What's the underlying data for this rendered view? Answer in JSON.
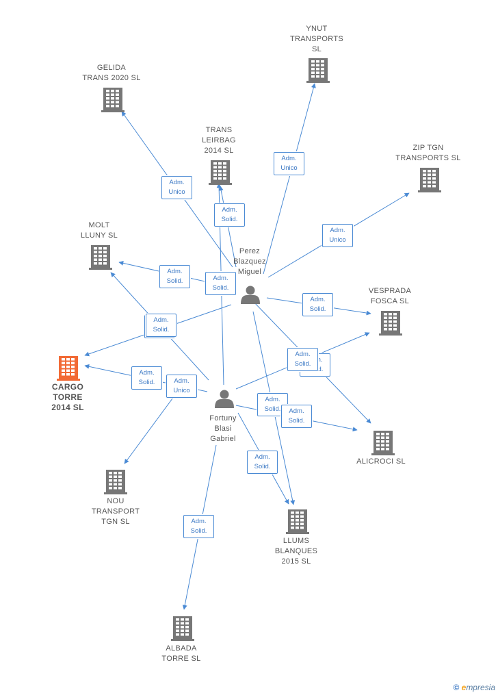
{
  "colors": {
    "edge": "#4a8ad4",
    "company": "#777777",
    "company_highlight": "#f26a35",
    "person": "#777777"
  },
  "nodes": [
    {
      "id": "ynut",
      "type": "company",
      "label": "YNUT\nTRANSPORTS\nSL"
    },
    {
      "id": "gelida",
      "type": "company",
      "label": "GELIDA\nTRANS 2020 SL"
    },
    {
      "id": "leirbag",
      "type": "company",
      "label": "TRANS\nLEIRBAG\n2014  SL"
    },
    {
      "id": "zip",
      "type": "company",
      "label": "ZIP TGN\nTRANSPORTS SL"
    },
    {
      "id": "molt",
      "type": "company",
      "label": "MOLT\nLLUNY  SL"
    },
    {
      "id": "vespra",
      "type": "company",
      "label": "VESPRADA\nFOSCA  SL"
    },
    {
      "id": "cargo",
      "type": "company",
      "highlight": true,
      "label": "CARGO\nTORRE\n2014  SL"
    },
    {
      "id": "alicroci",
      "type": "company",
      "label": "ALICROCI  SL"
    },
    {
      "id": "nou",
      "type": "company",
      "label": "NOU\nTRANSPORT\nTGN SL"
    },
    {
      "id": "llums",
      "type": "company",
      "label": "LLUMS\nBLANQUES\n2015  SL"
    },
    {
      "id": "albada",
      "type": "company",
      "label": "ALBADA\nTORRE  SL"
    },
    {
      "id": "perez",
      "type": "person",
      "label": "Perez\nBlazquez\nMiguel"
    },
    {
      "id": "fortuny",
      "type": "person",
      "label": "Fortuny\nBlasi\nGabriel"
    }
  ],
  "edges": [
    {
      "from": "perez",
      "to": "ynut",
      "label": "Adm.\nUnico"
    },
    {
      "from": "perez",
      "to": "gelida",
      "label": "Adm.\nUnico"
    },
    {
      "from": "perez",
      "to": "leirbag",
      "label": "Adm.\nSolid."
    },
    {
      "from": "perez",
      "to": "zip",
      "label": "Adm.\nUnico"
    },
    {
      "from": "perez",
      "to": "molt",
      "label": "Adm.\nSolid."
    },
    {
      "from": "perez",
      "to": "vespra",
      "label": "Adm.\nSolid."
    },
    {
      "from": "perez",
      "to": "cargo",
      "label": "Adm.\nSolid."
    },
    {
      "from": "perez",
      "to": "alicroci",
      "label": "Adm.\nSolid."
    },
    {
      "from": "perez",
      "to": "llums",
      "label": "Adm.\nSolid."
    },
    {
      "from": "fortuny",
      "to": "leirbag",
      "label": "Adm.\nSolid."
    },
    {
      "from": "fortuny",
      "to": "molt",
      "label": "Adm.\nSolid."
    },
    {
      "from": "fortuny",
      "to": "vespra",
      "label": "Adm.\nSolid."
    },
    {
      "from": "fortuny",
      "to": "cargo",
      "label": "Adm.\nSolid."
    },
    {
      "from": "fortuny",
      "to": "nou",
      "label": "Adm.\nUnico"
    },
    {
      "from": "fortuny",
      "to": "alicroci",
      "label": "Adm.\nSolid."
    },
    {
      "from": "fortuny",
      "to": "llums",
      "label": "Adm.\nSolid."
    },
    {
      "from": "fortuny",
      "to": "albada",
      "label": "Adm.\nSolid."
    }
  ],
  "watermark": {
    "copyright": "©",
    "brand_initial": "e",
    "brand_rest": "mpresia"
  }
}
